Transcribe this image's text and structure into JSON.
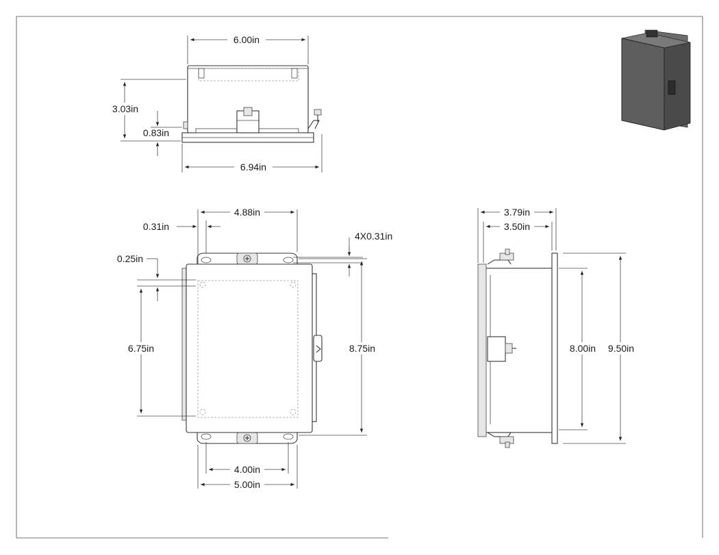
{
  "drawing": {
    "top_view": {
      "width_top": "6.00in",
      "height": "3.03in",
      "flange": "0.83in",
      "width_overall": "6.94in"
    },
    "front_view": {
      "hole_spacing_top": "4.88in",
      "hole_edge_offset": "0.31in",
      "hole_size": "4X0.31in",
      "hole_vertical_offset": "0.25in",
      "hole_spacing_vertical": "6.75in",
      "height_overall": "8.75in",
      "width_inner": "4.00in",
      "width_outer": "5.00in"
    },
    "side_view": {
      "depth_overall": "3.79in",
      "depth_body": "3.50in",
      "height_body": "8.00in",
      "height_overall": "9.50in"
    }
  },
  "colors": {
    "line": "#222222",
    "hidden_line": "#9a9a9a",
    "iso_body": "#5a5a5a",
    "iso_dark": "#3a3a3a"
  }
}
